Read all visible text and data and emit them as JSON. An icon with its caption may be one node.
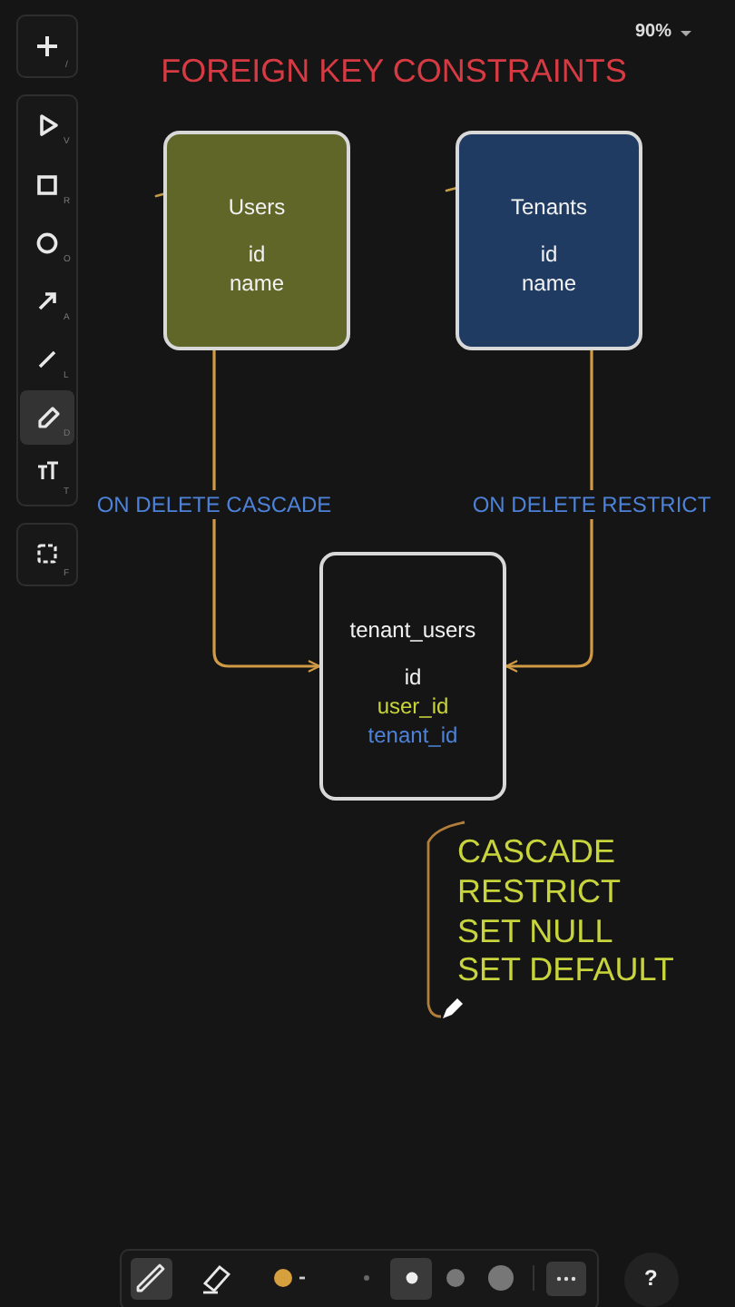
{
  "diagram": {
    "title": "FOREIGN KEY CONSTRAINTS",
    "nodes": [
      {
        "text": [
          "Users",
          "id",
          "name"
        ]
      },
      {
        "text": [
          "Tenants",
          "id",
          "name"
        ]
      },
      {
        "text": [
          "tenant_users",
          "id",
          "user_id",
          "tenant_id"
        ]
      }
    ],
    "edges": [
      {
        "from": 0,
        "to": 2,
        "arrow": "to",
        "label": "ON DELETE CASCADE"
      },
      {
        "from": 1,
        "to": 2,
        "arrow": "to",
        "label": "ON DELETE RESTRICT"
      }
    ],
    "labels": [
      "90%",
      "/",
      "V",
      "R",
      "O",
      "A",
      "L",
      "D",
      "T",
      "F",
      "CASCADE",
      "RESTRICT",
      "SET NULL",
      "SET DEFAULT",
      "?"
    ]
  }
}
